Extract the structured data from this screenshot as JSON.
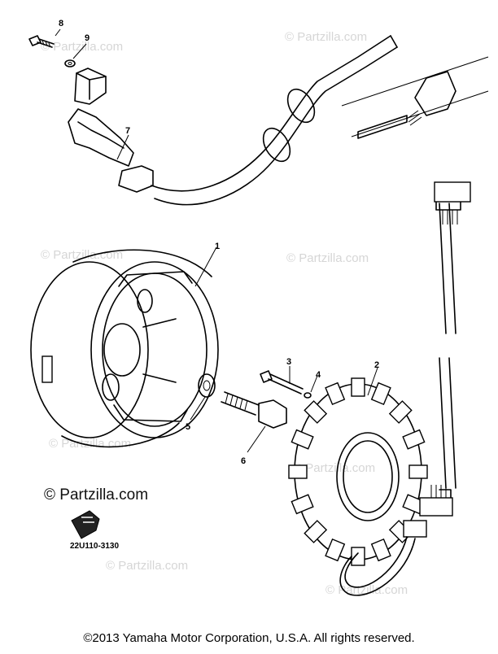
{
  "watermarks": [
    "© Partzilla.com",
    "© Partzilla.com",
    "© Partzilla.com",
    "© Partzilla.com",
    "© Partzilla.com",
    "© Partzilla.com",
    "© Partzilla.com",
    "© Partzilla.com"
  ],
  "logo_text": "© Partzilla.com",
  "diagram_code": "22U110-3130",
  "callouts": [
    "1",
    "2",
    "3",
    "4",
    "5",
    "6",
    "7",
    "8",
    "9"
  ],
  "copyright": "©2013  Yamaha Motor Corporation, U.S.A. All rights reserved."
}
